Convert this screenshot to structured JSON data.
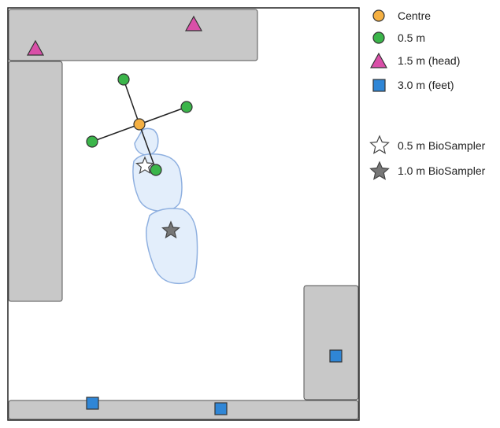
{
  "colors": {
    "centre": "#f5b042",
    "half_m": "#3bb54a",
    "head": "#d94fa8",
    "feet": "#2f86d6",
    "furniture": "#c8c8c8",
    "body_outline": "#8fb0e0",
    "body_fill": "#e3eefb",
    "star_dark": "#777777"
  },
  "legend": {
    "centre": "Centre",
    "half_m": "0.5 m",
    "head": "1.5 m (head)",
    "feet": "3.0 m (feet)",
    "sampler_half": "0.5 m BioSampler",
    "sampler_one": "1.0 m BioSampler"
  },
  "icons": {
    "centre": "orange-circle",
    "half_m": "green-circle",
    "head": "magenta-triangle",
    "feet": "blue-square",
    "sampler_half": "white-star",
    "sampler_one": "gray-star"
  }
}
